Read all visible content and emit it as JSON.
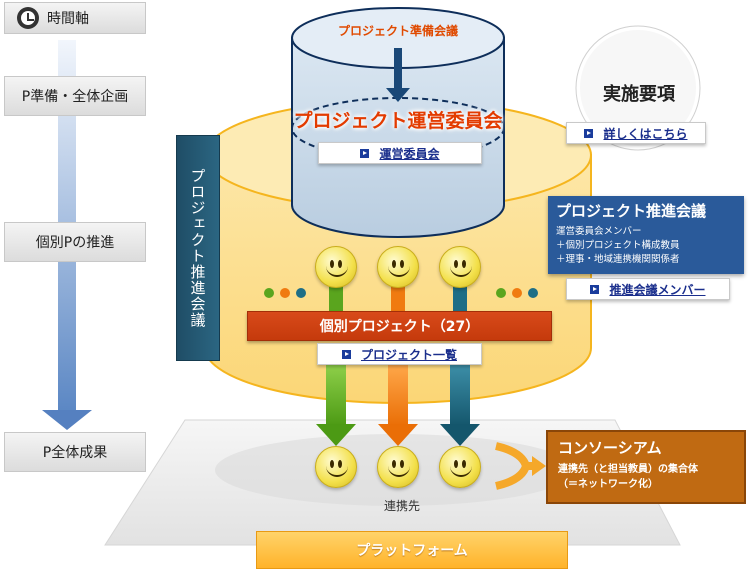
{
  "timeline": {
    "header": "時間軸",
    "steps": [
      "P準備・全体企画",
      "個別Pの推進",
      "P全体成果"
    ]
  },
  "cylinder": {
    "top_label": "プロジェクト準備会議",
    "main_label": "プロジェクト運営委員会",
    "committee_link": "運営委員会"
  },
  "vertical_label": "プロジェクト推進会議",
  "implementation": {
    "title": "実施要項",
    "link": "詳しくはこちら"
  },
  "promotion_meeting": {
    "title": "プロジェクト推進会議",
    "lines": [
      "運営委員会メンバー",
      "＋個別プロジェクト構成教員",
      "＋理事・地域連携機関関係者"
    ],
    "link": "推進会議メンバー"
  },
  "projects": {
    "bar_label": "個別プロジェクト（27）",
    "list_link": "プロジェクト一覧"
  },
  "partners_label": "連携先",
  "platform_label": "プラットフォーム",
  "consortium": {
    "title": "コンソーシアム",
    "line1": "連携先（と担当教員）の集合体",
    "line2": "（＝ネットワーク化）"
  },
  "colors": {
    "green": "#5aa51e",
    "orange": "#f07b10",
    "teal": "#1e6e86",
    "ring": "#fde7a0",
    "cylinder": "#c9daea"
  }
}
